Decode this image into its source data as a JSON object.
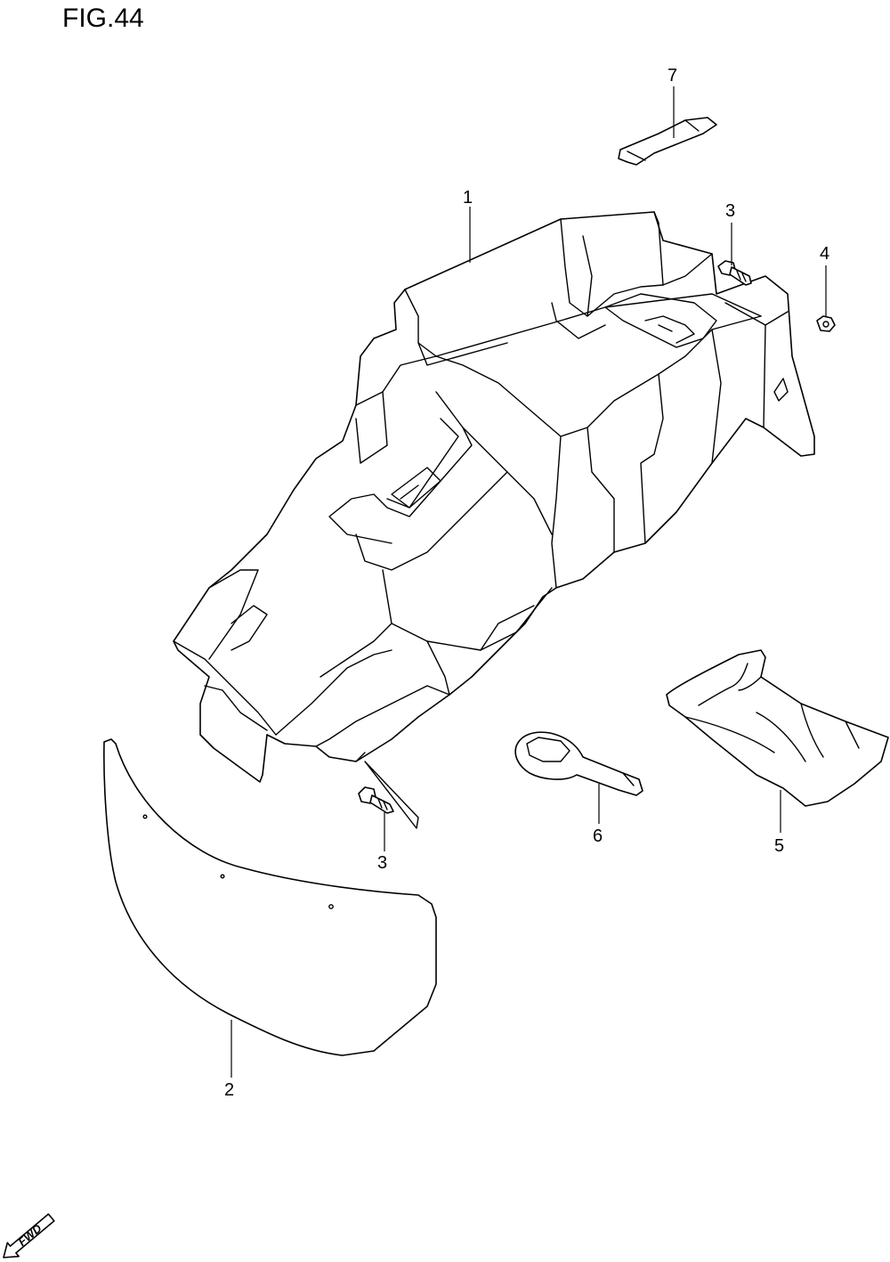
{
  "figure": {
    "title": "FIG.44"
  },
  "callouts": [
    {
      "id": "1",
      "label": "1"
    },
    {
      "id": "2",
      "label": "2"
    },
    {
      "id": "3a",
      "label": "3"
    },
    {
      "id": "3b",
      "label": "3"
    },
    {
      "id": "4",
      "label": "4"
    },
    {
      "id": "5",
      "label": "5"
    },
    {
      "id": "6",
      "label": "6"
    },
    {
      "id": "7",
      "label": "7"
    }
  ],
  "direction": {
    "label": "FWD"
  }
}
